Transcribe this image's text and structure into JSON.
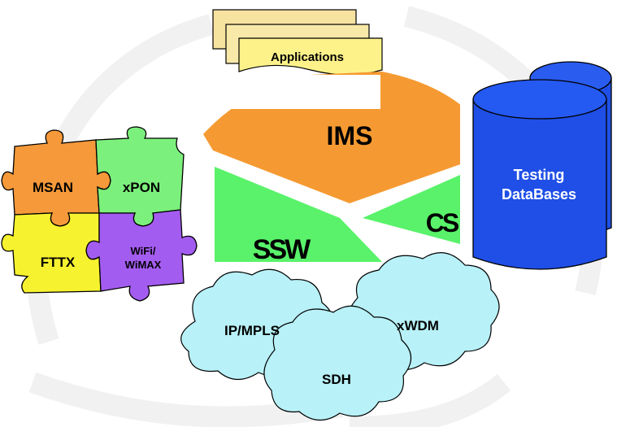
{
  "applications": {
    "label": "Applications"
  },
  "core": {
    "ims": "IMS",
    "ssw": "SSW",
    "cs": "CS"
  },
  "databases": {
    "line1": "Testing",
    "line2": "DataBases"
  },
  "access_puzzle": {
    "pieces": [
      {
        "label": "MSAN",
        "color": "#f5993a"
      },
      {
        "label": "xPON",
        "color": "#7cf07c"
      },
      {
        "label": "FTTX",
        "color": "#f7f22f"
      },
      {
        "label": "WiFi/",
        "label2": "WiMAX",
        "color": "#a35cf0"
      }
    ]
  },
  "transport_clouds": [
    {
      "label": "IP/MPLS"
    },
    {
      "label": "xWDM"
    },
    {
      "label": "SDH"
    }
  ],
  "colors": {
    "ims": "#f59a32",
    "ssw": "#59f26a",
    "cs": "#59f26a",
    "database": "#1f4fe6",
    "cloud": "#b8f1f7",
    "paper": "#fdf28a"
  }
}
